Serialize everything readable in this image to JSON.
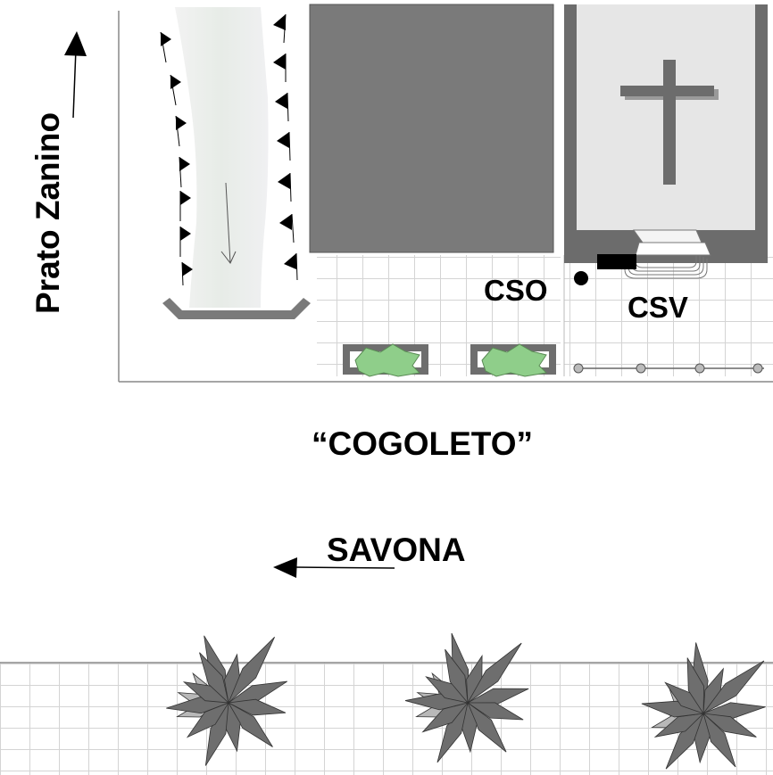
{
  "labels": {
    "north": "Prato Zanino",
    "cso": "CSO",
    "csv": "CSV",
    "street": "“COGOLETO”",
    "direction": "SAVONA"
  },
  "icons": {
    "north_arrow": "arrow-up-icon",
    "direction_arrow": "arrow-left-icon",
    "church_cross": "cross-icon",
    "shrub": "shrub-icon",
    "palm_tree": "palm-tree-icon",
    "cso_marker": "dot-icon"
  },
  "colors": {
    "building": "#7a7a7a",
    "church_wall": "#6c6c6c",
    "church_floor": "#e6e6e6",
    "shrub": "#8fce8a",
    "palm": "#6e6e6e",
    "pavement_grid": "#d4d4d4"
  }
}
